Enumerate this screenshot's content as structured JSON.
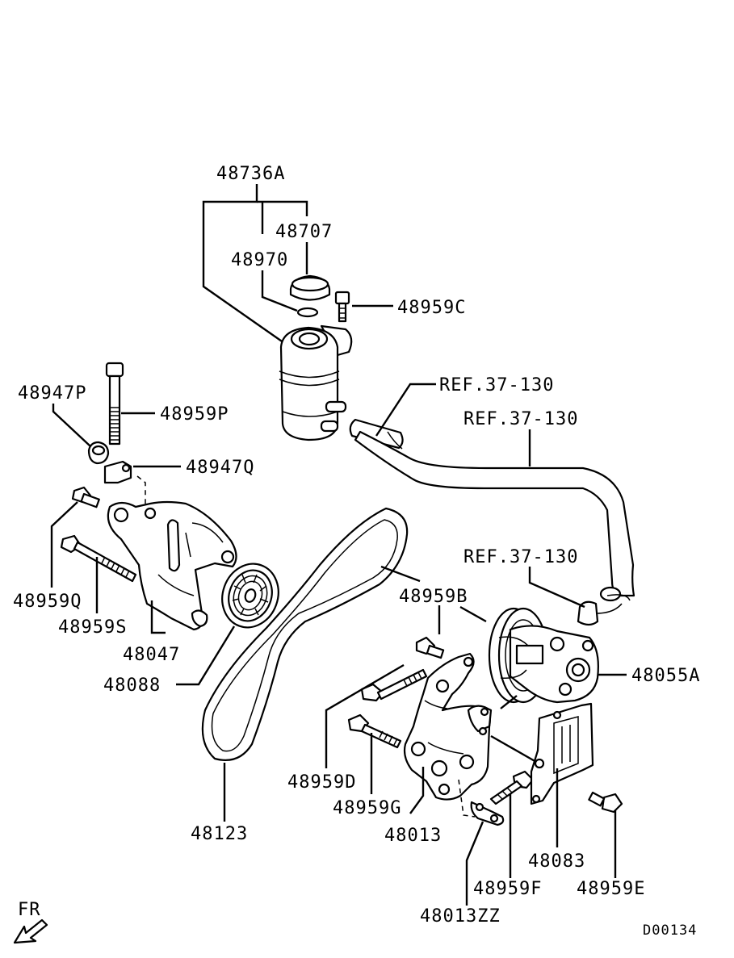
{
  "diagram": {
    "labels": {
      "l_48736A": "48736A",
      "l_48707": "48707",
      "l_48970": "48970",
      "l_48959C": "48959C",
      "l_48947P": "48947P",
      "l_48959P": "48959P",
      "l_48947Q": "48947Q",
      "l_ref1": "REF.37-130",
      "l_ref2": "REF.37-130",
      "l_ref3": "REF.37-130",
      "l_48959Q": "48959Q",
      "l_48959S": "48959S",
      "l_48047": "48047",
      "l_48088": "48088",
      "l_48959B": "48959B",
      "l_48055A": "48055A",
      "l_48959D": "48959D",
      "l_48959G": "48959G",
      "l_48013": "48013",
      "l_48123": "48123",
      "l_48083": "48083",
      "l_48959F": "48959F",
      "l_48959E": "48959E",
      "l_48013ZZ": "48013ZZ",
      "direction": "FR",
      "code": "D00134"
    }
  }
}
